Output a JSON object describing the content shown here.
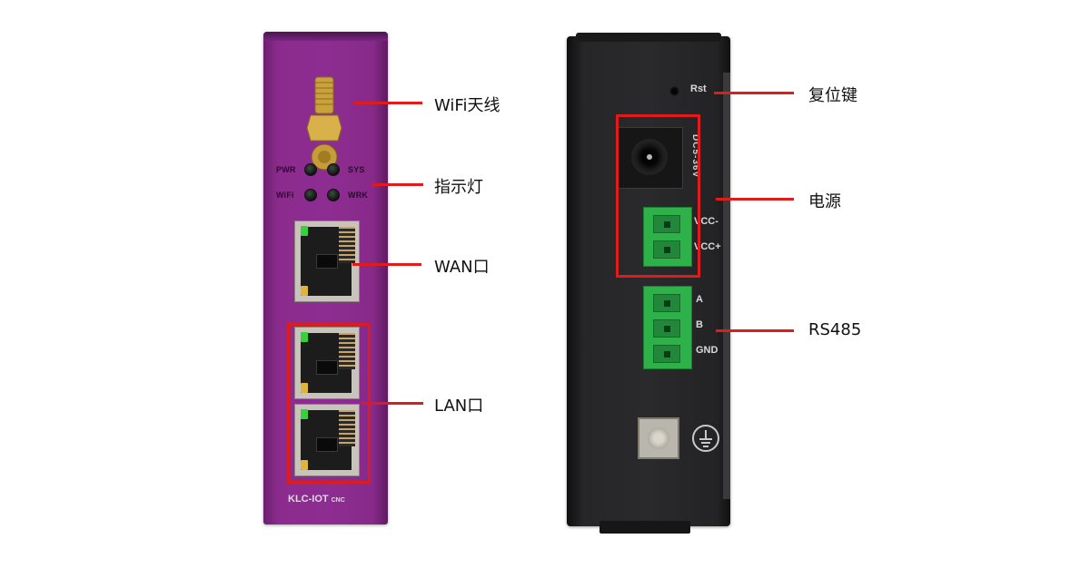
{
  "front_device": {
    "led_labels": {
      "pwr": "PWR",
      "sys": "SYS",
      "wifi": "WiFi",
      "wrk": "WRK"
    },
    "model": "KLC-IOT",
    "model_suffix": "CNC"
  },
  "back_device": {
    "reset_label": "Rst",
    "dc_label": "DC5-36V",
    "power_terminal": {
      "minus": "VCC-",
      "plus": "VCC+"
    },
    "rs485_terminal": {
      "a": "A",
      "b": "B",
      "gnd": "GND"
    }
  },
  "callouts": {
    "wifi_antenna": "WiFi天线",
    "indicator": "指示灯",
    "wan": "WAN口",
    "lan": "LAN口",
    "reset": "复位键",
    "power": "电源",
    "rs485": "RS485"
  },
  "colors": {
    "highlight": "#e01b1b",
    "front_body": "#8e2d91",
    "back_body": "#2a2a2c",
    "terminal_green": "#2fb14a"
  }
}
